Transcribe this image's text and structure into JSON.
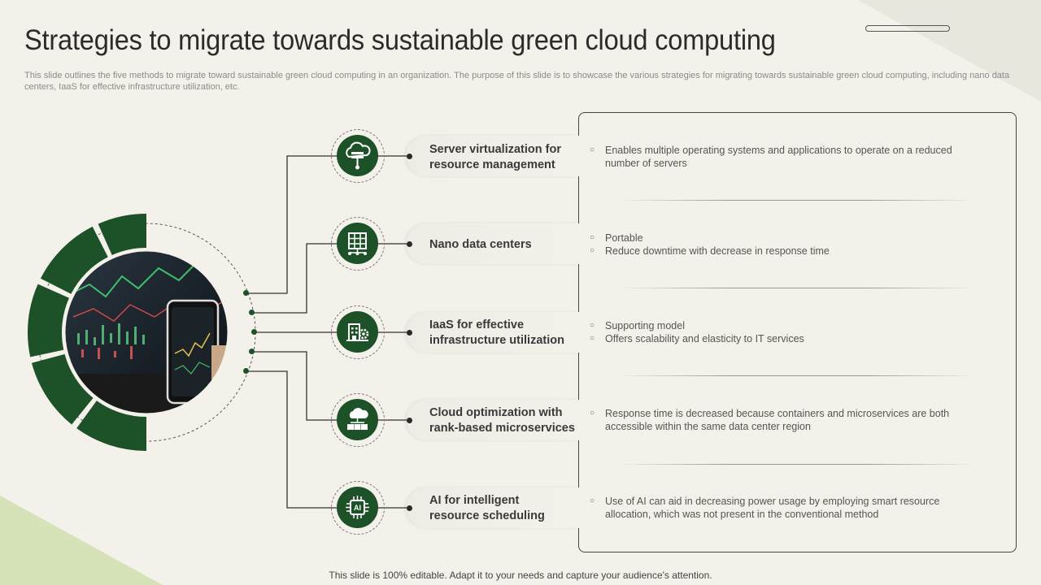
{
  "slide": {
    "title": "Strategies to migrate towards sustainable green cloud computing",
    "subtitle": "This slide outlines the five methods to migrate toward sustainable green cloud computing in an organization. The purpose of this slide is to showcase the various strategies for migrating towards sustainable green cloud computing, including nano data centers, IaaS for effective infrastructure utilization, etc.",
    "footer": "This slide is 100% editable. Adapt it to your needs and capture your audience's attention."
  },
  "colors": {
    "accent": "#1d5228",
    "background": "#f4f1ea",
    "corner_light": "#d6e3b8"
  },
  "strategies": [
    {
      "icon": "cloud-server-icon",
      "label_line1": "Server virtualization for",
      "label_line2": "resource management",
      "bullets": [
        "Enables multiple operating systems and applications to operate on a reduced",
        "number of servers"
      ]
    },
    {
      "icon": "data-center-icon",
      "label_line1": "Nano data centers",
      "label_line2": "",
      "bullets": [
        "Portable",
        "Reduce downtime with decrease in response time"
      ]
    },
    {
      "icon": "building-gear-icon",
      "label_line1": "IaaS for effective",
      "label_line2": "infrastructure utilization",
      "bullets": [
        "Supporting model",
        "Offers scalability and elasticity to IT services"
      ]
    },
    {
      "icon": "cloud-network-icon",
      "label_line1": "Cloud optimization with",
      "label_line2": "rank-based microservices",
      "bullets": [
        "Response time is decreased because containers and microservices are both",
        "accessible within the same data center region"
      ]
    },
    {
      "icon": "ai-chip-icon",
      "label_line1": "AI for intelligent",
      "label_line2": "resource scheduling",
      "bullets": [
        "Use of AI can aid in decreasing power usage by employing smart resource",
        "allocation, which was not present in the conventional method"
      ]
    }
  ]
}
